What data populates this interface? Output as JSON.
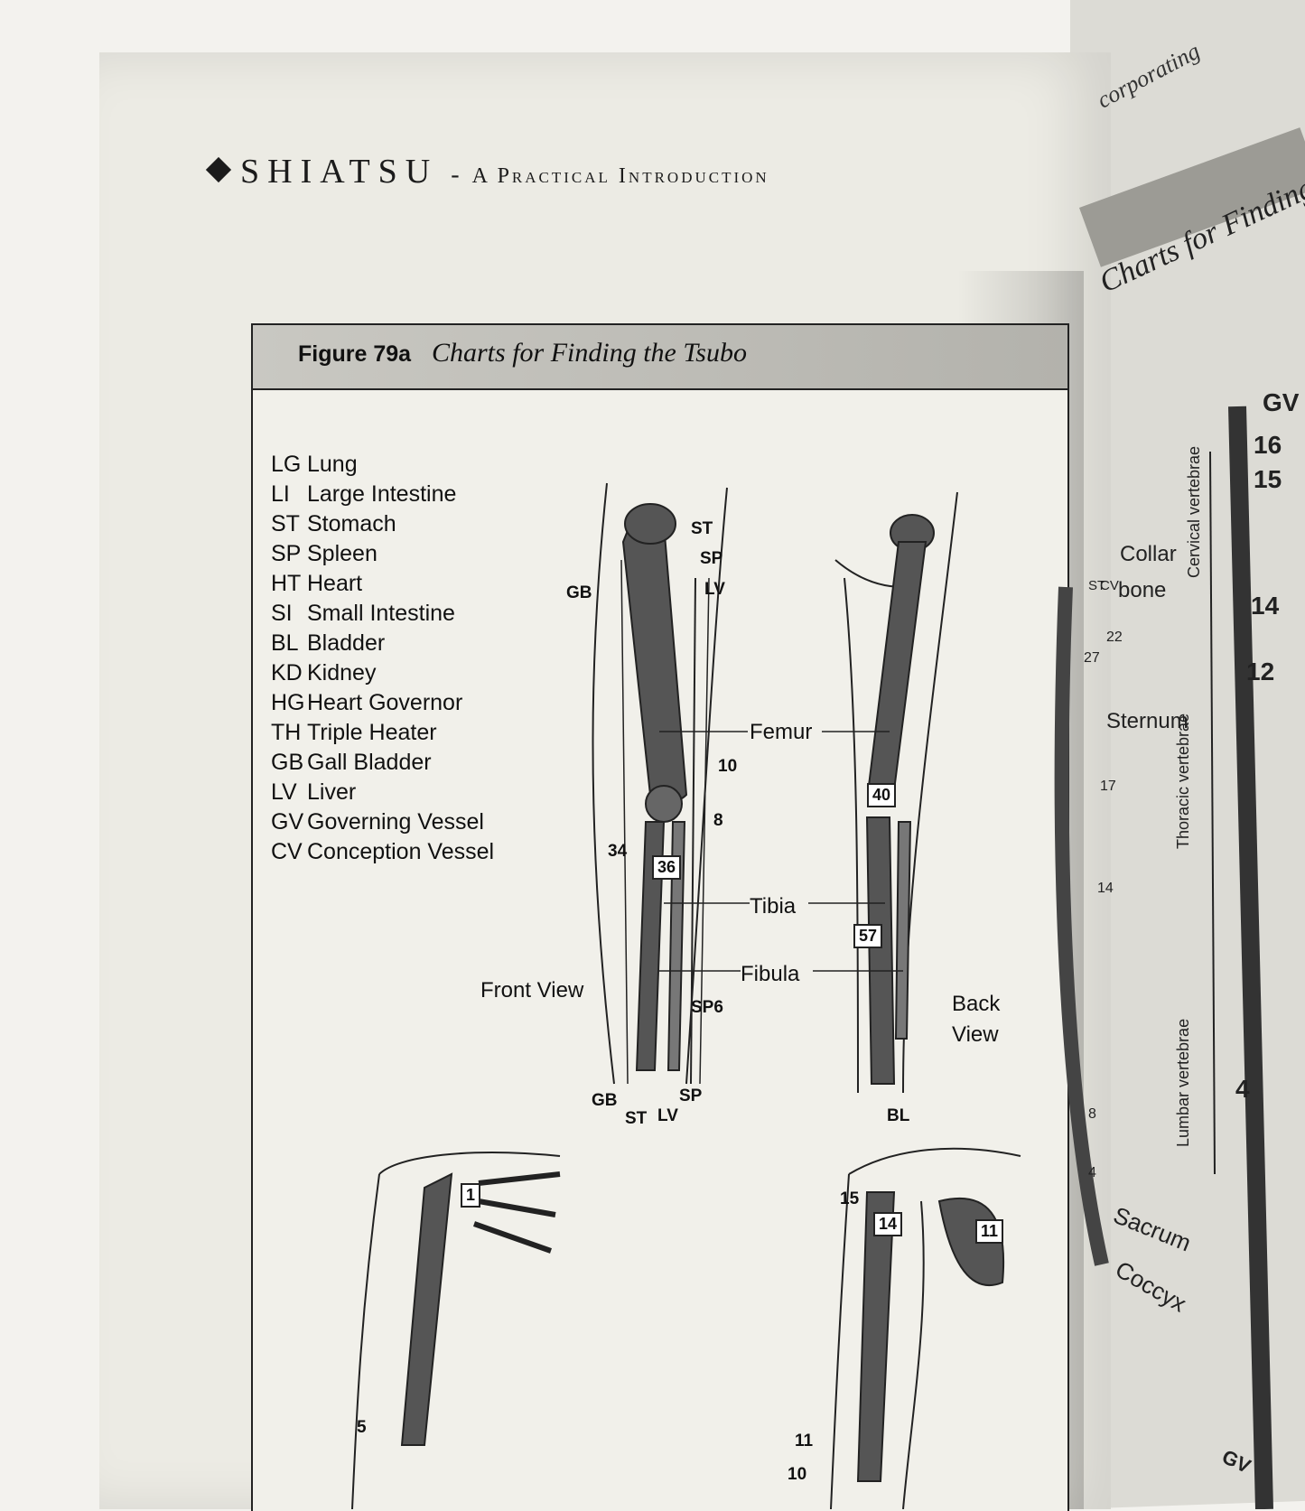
{
  "running_head": {
    "title": "SHIATSU",
    "separator": "-",
    "subtitle": "A Practical Introduction"
  },
  "figure": {
    "label": "Figure 79a",
    "caption": "Charts for Finding the Tsubo"
  },
  "legend": [
    {
      "abbr": "LG",
      "name": "Lung"
    },
    {
      "abbr": "LI",
      "name": "Large Intestine"
    },
    {
      "abbr": "ST",
      "name": "Stomach"
    },
    {
      "abbr": "SP",
      "name": "Spleen"
    },
    {
      "abbr": "HT",
      "name": "Heart"
    },
    {
      "abbr": "SI",
      "name": "Small Intestine"
    },
    {
      "abbr": "BL",
      "name": "Bladder"
    },
    {
      "abbr": "KD",
      "name": "Kidney"
    },
    {
      "abbr": "HG",
      "name": "Heart Governor"
    },
    {
      "abbr": "TH",
      "name": "Triple Heater"
    },
    {
      "abbr": "GB",
      "name": "Gall Bladder"
    },
    {
      "abbr": "LV",
      "name": "Liver"
    },
    {
      "abbr": "GV",
      "name": "Governing Vessel"
    },
    {
      "abbr": "CV",
      "name": "Conception Vessel"
    }
  ],
  "leg_labels": {
    "st_top": "ST",
    "sp_top": "SP",
    "lv_top": "LV",
    "gb_top": "GB",
    "femur": "Femur",
    "tibia": "Tibia",
    "fibula": "Fibula",
    "n10": "10",
    "n8": "8",
    "n34": "34",
    "n36": "36",
    "sp6": "SP6",
    "gb_bottom": "GB",
    "st_bottom": "ST",
    "lv_bottom": "LV",
    "sp_bottom": "SP",
    "n40": "40",
    "n57": "57",
    "bl": "BL",
    "front_view": "Front View",
    "back_view_1": "Back",
    "back_view_2": "View"
  },
  "arm_labels": {
    "n1": "1",
    "n5": "5",
    "n15": "15",
    "n14": "14",
    "n11": "11",
    "n11b": "11",
    "n10b": "10"
  },
  "right_page": {
    "corner": "corporating",
    "tab": "Charts for Finding the Tsubo",
    "gv": "GV",
    "n16": "16",
    "n15": "15",
    "n14": "14",
    "n12": "12",
    "n4": "4",
    "cervical": "Cervical vertebrae",
    "collar": "Collar",
    "bone": "bone",
    "st": "ST",
    "cv": "CV",
    "n22": "22",
    "n27": "27",
    "sternum": "Sternum",
    "n17": "17",
    "n14b": "14",
    "thoracic": "Thoracic vertebrae",
    "lumbar": "Lumbar vertebrae",
    "n8": "8",
    "n4b": "4",
    "sacrum": "Sacrum",
    "coccyx": "Coccyx",
    "gv_bottom": "GV"
  }
}
